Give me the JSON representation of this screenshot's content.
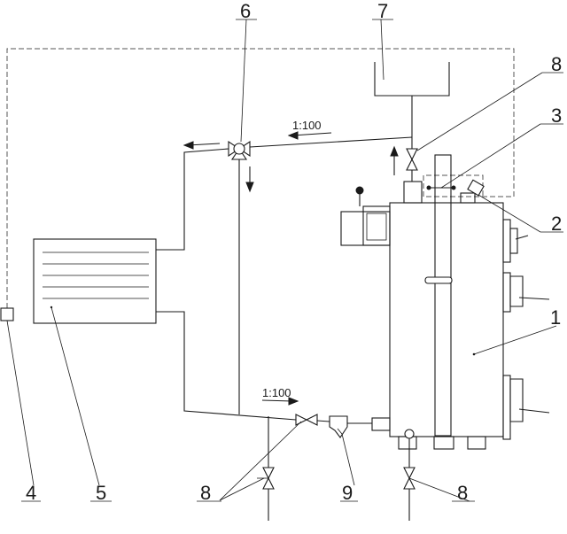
{
  "labels": {
    "boiler": "1",
    "sensor_thermostat": "2",
    "thermometer": "3",
    "room_sensor": "4",
    "radiator": "5",
    "three_way_valve": "6",
    "expansion_tank": "7",
    "valve_top": "8",
    "valves_bottom_left": "8",
    "valve_bottom_right": "8",
    "filter": "9"
  },
  "slopes": {
    "supply_slope": "1:100",
    "return_slope": "1:100"
  },
  "colors": {
    "line": "#1a1a1a",
    "control_line": "#555555",
    "background": "#ffffff"
  }
}
